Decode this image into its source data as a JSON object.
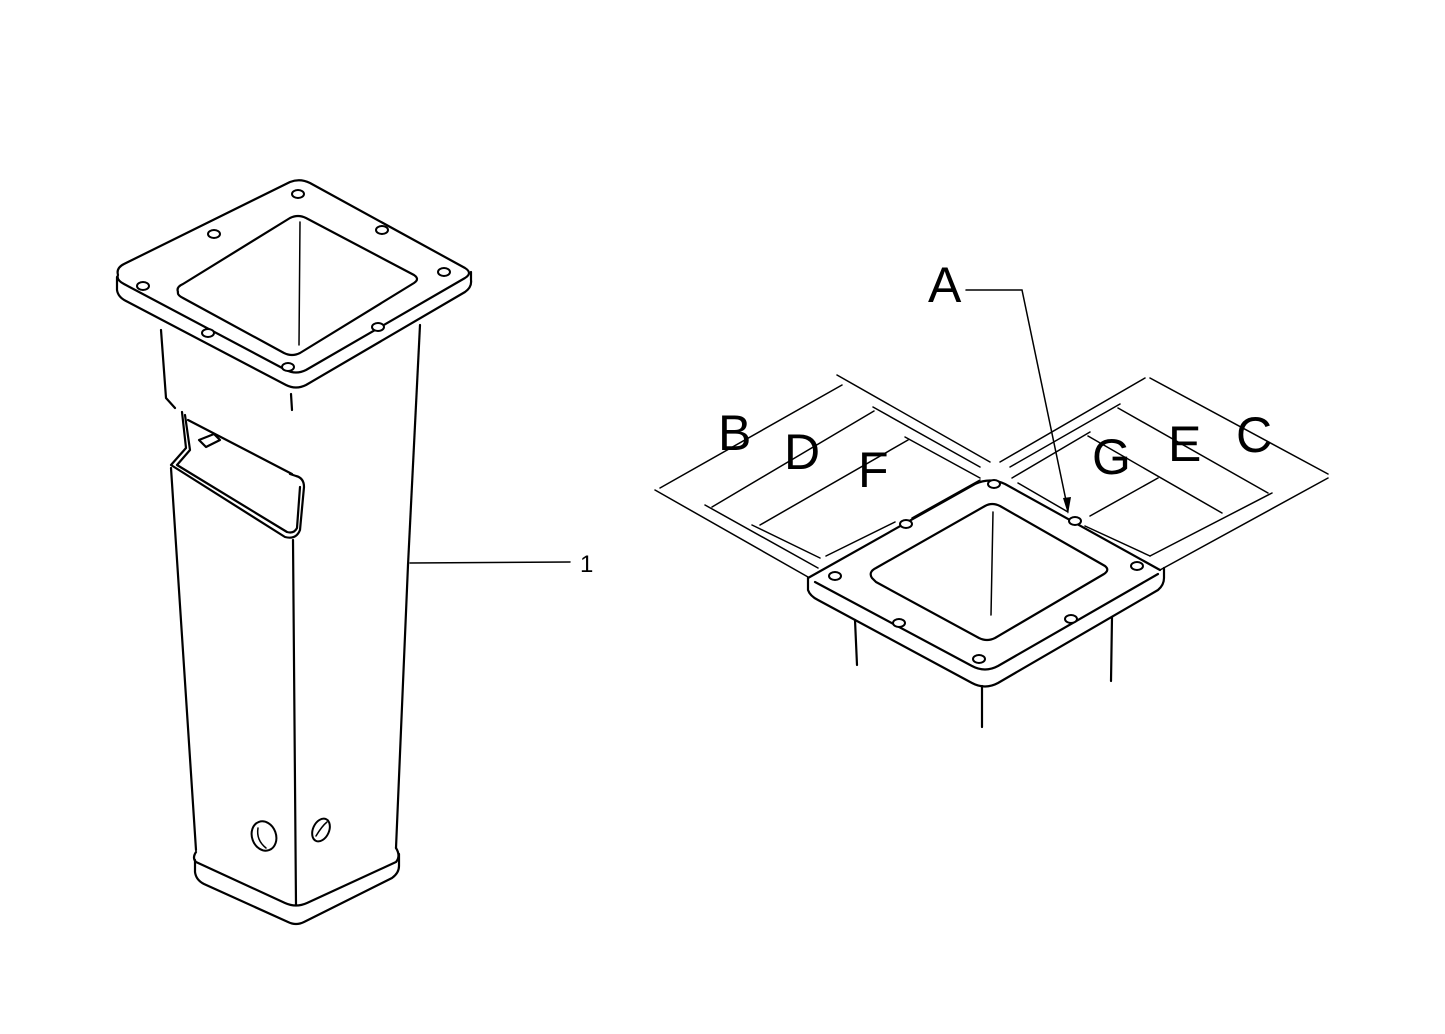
{
  "diagram": {
    "type": "technical parts illustration",
    "background": "#ffffff",
    "line_color": "#000000",
    "left_view": {
      "description": "Isometric view of tapered square post with bolt flange on top, side slot, and base plate with two holes",
      "callout": {
        "number": "1"
      }
    },
    "right_view": {
      "description": "Flange bolt pattern detail with dimension lines",
      "dimension_labels": [
        {
          "id": "A",
          "label": "A",
          "meaning": "bolt hole (leader)"
        },
        {
          "id": "B",
          "label": "B",
          "meaning": "outer flange width (left)"
        },
        {
          "id": "C",
          "label": "C",
          "meaning": "outer flange width (right)"
        },
        {
          "id": "D",
          "label": "D",
          "meaning": "bolt pitch (left)"
        },
        {
          "id": "E",
          "label": "E",
          "meaning": "bolt pitch (right)"
        },
        {
          "id": "F",
          "label": "F",
          "meaning": "hole spacing (left)"
        },
        {
          "id": "G",
          "label": "G",
          "meaning": "hole spacing (right)"
        }
      ]
    }
  }
}
